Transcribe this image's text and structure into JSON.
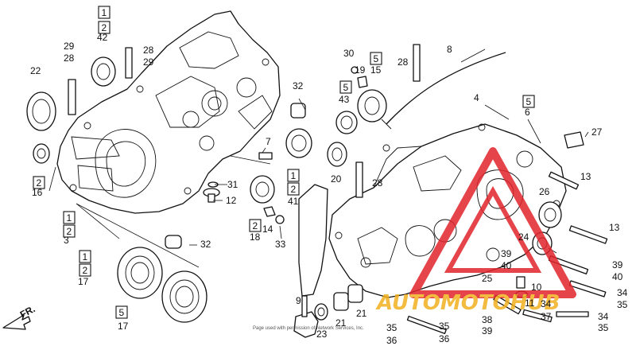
{
  "diagram": {
    "direction_label": "FR.",
    "credit_text": "Page used with permission of Network Services, Inc.",
    "callouts": [
      {
        "id": "c42",
        "text": "42"
      },
      {
        "id": "c29a",
        "text": "29"
      },
      {
        "id": "c28a",
        "text": "28"
      },
      {
        "id": "c28b",
        "text": "28"
      },
      {
        "id": "c29b",
        "text": "29"
      },
      {
        "id": "c22",
        "text": "22"
      },
      {
        "id": "c16",
        "text": "16"
      },
      {
        "id": "c3",
        "text": "3"
      },
      {
        "id": "c17a",
        "text": "17"
      },
      {
        "id": "c17b",
        "text": "17"
      },
      {
        "id": "c32a",
        "text": "32"
      },
      {
        "id": "c32b",
        "text": "32"
      },
      {
        "id": "c31",
        "text": "31"
      },
      {
        "id": "c12",
        "text": "12"
      },
      {
        "id": "c7",
        "text": "7"
      },
      {
        "id": "c41",
        "text": "41"
      },
      {
        "id": "c18",
        "text": "18"
      },
      {
        "id": "c14",
        "text": "14"
      },
      {
        "id": "c33",
        "text": "33"
      },
      {
        "id": "c30",
        "text": "30"
      },
      {
        "id": "c19",
        "text": "19"
      },
      {
        "id": "c15",
        "text": "15"
      },
      {
        "id": "c43",
        "text": "43"
      },
      {
        "id": "c28c",
        "text": "28"
      },
      {
        "id": "c8",
        "text": "8"
      },
      {
        "id": "c4",
        "text": "4"
      },
      {
        "id": "c6",
        "text": "6"
      },
      {
        "id": "c27",
        "text": "27"
      },
      {
        "id": "c13",
        "text": "13"
      },
      {
        "id": "c20",
        "text": "20"
      },
      {
        "id": "c28d",
        "text": "28"
      },
      {
        "id": "c26",
        "text": "26"
      },
      {
        "id": "c24",
        "text": "24"
      },
      {
        "id": "c13b",
        "text": "13"
      },
      {
        "id": "c39a",
        "text": "39"
      },
      {
        "id": "c40a",
        "text": "40"
      },
      {
        "id": "c39b",
        "text": "39"
      },
      {
        "id": "c40b",
        "text": "40"
      },
      {
        "id": "c25",
        "text": "25"
      },
      {
        "id": "c10",
        "text": "10"
      },
      {
        "id": "c34a",
        "text": "34"
      },
      {
        "id": "c35a",
        "text": "35"
      },
      {
        "id": "c11",
        "text": "11"
      },
      {
        "id": "c34b",
        "text": "34"
      },
      {
        "id": "c37",
        "text": "37"
      },
      {
        "id": "c34c",
        "text": "34"
      },
      {
        "id": "c35b",
        "text": "35"
      },
      {
        "id": "c38",
        "text": "38"
      },
      {
        "id": "c39c",
        "text": "39"
      },
      {
        "id": "c9",
        "text": "9"
      },
      {
        "id": "c21a",
        "text": "21"
      },
      {
        "id": "c21b",
        "text": "21"
      },
      {
        "id": "c23",
        "text": "23"
      },
      {
        "id": "c35c",
        "text": "35"
      },
      {
        "id": "c36a",
        "text": "36"
      },
      {
        "id": "c35d",
        "text": "35"
      },
      {
        "id": "c36b",
        "text": "36"
      }
    ],
    "boxed_refs": [
      {
        "id": "b1a",
        "text": "1"
      },
      {
        "id": "b2a",
        "text": "2"
      },
      {
        "id": "b2b",
        "text": "2"
      },
      {
        "id": "b1b",
        "text": "1"
      },
      {
        "id": "b2c",
        "text": "2"
      },
      {
        "id": "b1c",
        "text": "1"
      },
      {
        "id": "b2d",
        "text": "2"
      },
      {
        "id": "b5a",
        "text": "5"
      },
      {
        "id": "b1d",
        "text": "1"
      },
      {
        "id": "b2e",
        "text": "2"
      },
      {
        "id": "b2f",
        "text": "2"
      },
      {
        "id": "b5b",
        "text": "5"
      },
      {
        "id": "b5c",
        "text": "5"
      },
      {
        "id": "b5d",
        "text": "5"
      }
    ]
  },
  "watermark": {
    "text": "AUTOMOTOHUB",
    "colors": {
      "triangle": "#e0242b",
      "text": "#f2b01e"
    }
  }
}
